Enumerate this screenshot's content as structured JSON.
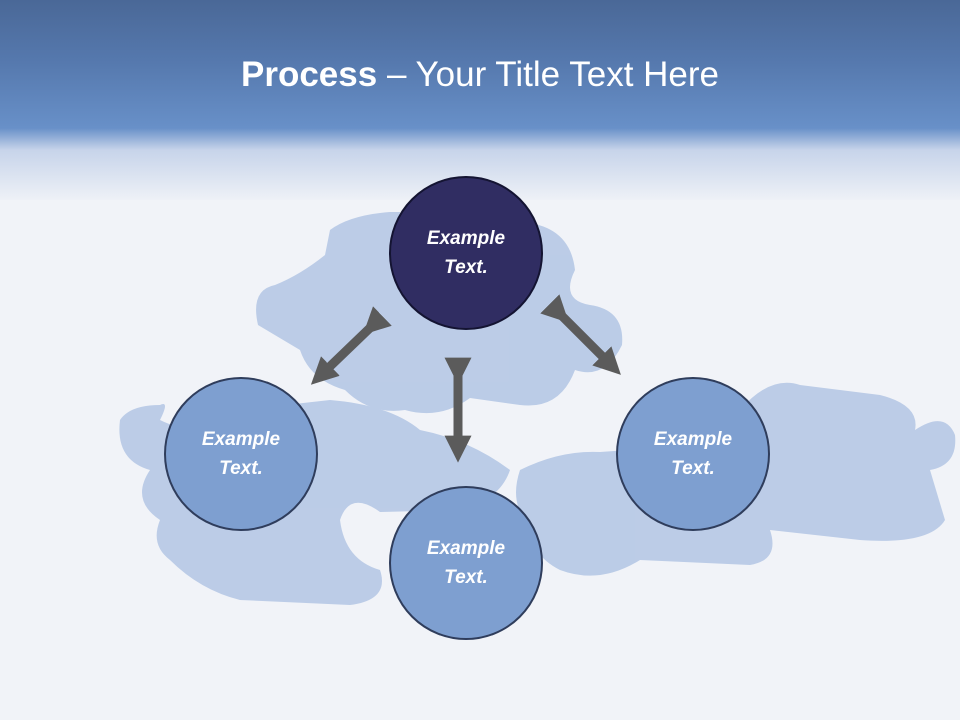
{
  "title": {
    "bold": "Process",
    "rest": " – Your Title Text Here"
  },
  "nodes": {
    "top": "Example\nText.",
    "left": "Example\nText.",
    "right": "Example\nText.",
    "bottom": "Example\nText."
  },
  "colors": {
    "header": "#5578ad",
    "node_dark": "#302d62",
    "node_light": "#7e9fd0",
    "arrow": "#5b5b5b",
    "puzzle": "#a7bde0"
  }
}
